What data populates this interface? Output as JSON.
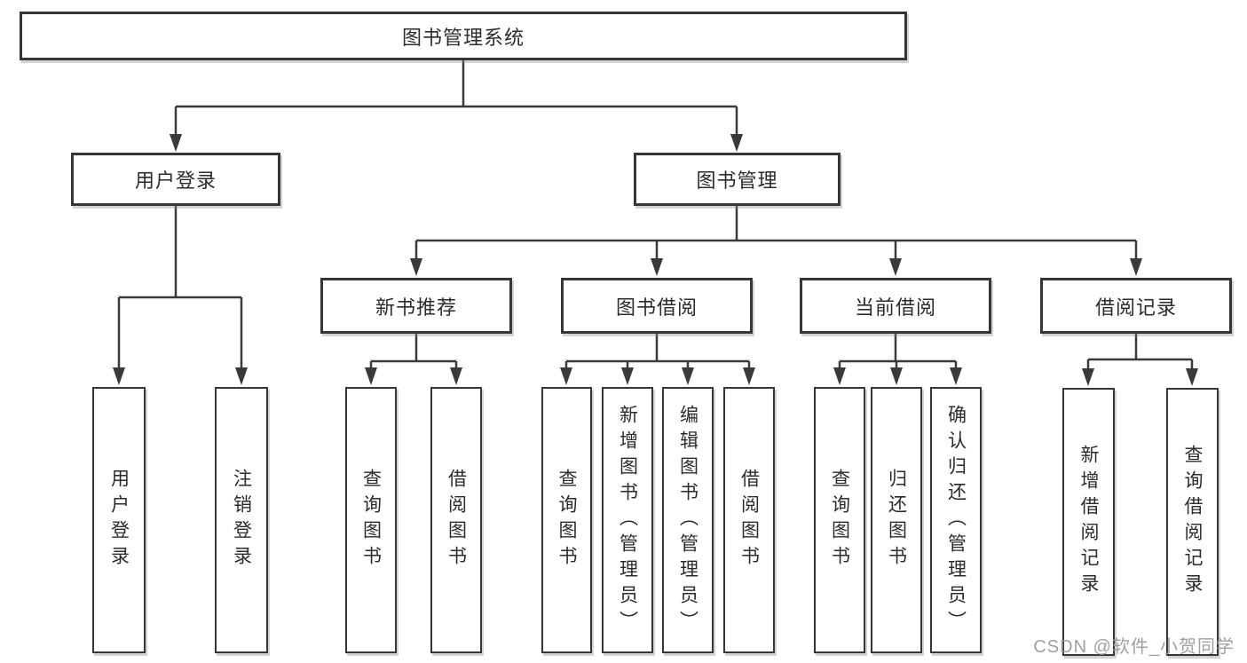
{
  "tree": {
    "root": {
      "label": "图书管理系统",
      "children": [
        {
          "label": "用户登录",
          "children": [
            {
              "label": "用户登录"
            },
            {
              "label": "注销登录"
            }
          ]
        },
        {
          "label": "图书管理",
          "children": [
            {
              "label": "新书推荐",
              "children": [
                {
                  "label": "查询图书"
                },
                {
                  "label": "借阅图书"
                }
              ]
            },
            {
              "label": "图书借阅",
              "children": [
                {
                  "label": "查询图书"
                },
                {
                  "label": "新增图书（管理员）"
                },
                {
                  "label": "编辑图书（管理员）"
                },
                {
                  "label": "借阅图书"
                }
              ]
            },
            {
              "label": "当前借阅",
              "children": [
                {
                  "label": "查询图书"
                },
                {
                  "label": "归还图书"
                },
                {
                  "label": "确认归还（管理员）"
                }
              ]
            },
            {
              "label": "借阅记录",
              "children": [
                {
                  "label": "新增借阅记录"
                },
                {
                  "label": "查询借阅记录"
                }
              ]
            }
          ]
        }
      ]
    }
  },
  "watermark": {
    "text": "CSDN @软件_小贺同学"
  },
  "colors": {
    "line": "#3a3a3a",
    "box_border": "#363636",
    "box_fill": "#ffffff",
    "text": "#2b2b2b",
    "background": "#ffffff",
    "watermark": "#98989c"
  }
}
